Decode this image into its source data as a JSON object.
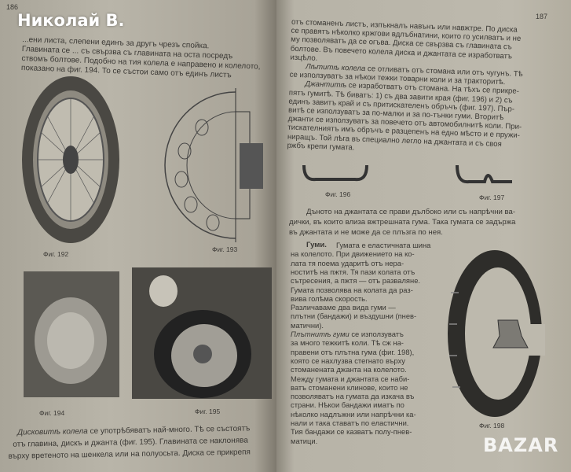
{
  "watermark": "Николай В.",
  "logo": "BAZAR",
  "left_page": {
    "page_number": "186",
    "top_lines": [
      "...ени листа, слепени единъ за другъ чрезъ спойка.",
      "Главината се ... съ свързва съ главината на оста посредъ",
      "ствомъ болтове. Подобно на тия колела е направено и колелото,",
      "показано на фиг. 194. То се състои само отъ единъ листъ"
    ],
    "captions": {
      "fig192": "Фиг. 192",
      "fig193": "Фиг. 193",
      "fig194": "Фиг. 194",
      "fig195": "Фиг. 195"
    },
    "bottom_lines": [
      {
        "italic": "Дисковитѣ колела",
        "text": " се употрѣбяватъ най-много. Тѣ се състоятъ"
      },
      {
        "italic": "",
        "text": "отъ главина, дискъ и джанта (фиг. 195). Главината се наклонява"
      },
      {
        "italic": "",
        "text": "върху вретеното на шенкела или на полуосьта. Диска се прикрепя"
      }
    ]
  },
  "right_page": {
    "page_number": "187",
    "top_lines": [
      {
        "italic": "",
        "text": "отъ стоманенъ листъ, изпъкналъ навънъ или навжтре. По диска"
      },
      {
        "italic": "",
        "text": "се правятъ нѣколко кржгови вдлъбнатини, които го усилватъ и не"
      },
      {
        "italic": "",
        "text": "му позволяватъ да се огъва. Диска се свързва съ главината съ"
      },
      {
        "italic": "",
        "text": "болтове. Въ повечето колела диска и джантата се изработватъ"
      },
      {
        "italic": "",
        "text": "изцѣло."
      },
      {
        "italic": "Лѣтитѣ колела",
        "text": " се отливатъ отъ стомана или отъ чугунъ. Тѣ"
      },
      {
        "italic": "",
        "text": "се използуватъ за нѣкои тежки товарни коли и за тракторитѣ."
      },
      {
        "italic": "Джантитѣ",
        "text": " се изработватъ отъ стомана. На тѣхъ се прикре-"
      },
      {
        "italic": "",
        "text": "пятъ гумитѣ. Тѣ биватъ: 1) съ два завити края (фиг. 196) и 2) съ"
      },
      {
        "italic": "",
        "text": "единъ завитъ край и съ притискателенъ обръчъ (фиг. 197). Пър-"
      },
      {
        "italic": "",
        "text": "витѣ се използуватъ за по-малки и за по-тънки гуми. Вторитѣ"
      },
      {
        "italic": "",
        "text": "джанти се използуватъ за повечето отъ автомобилнитѣ коли. При-"
      },
      {
        "italic": "",
        "text": "тискателниятъ имъ обръчъ е разцепенъ на едно мѣсто и е пружи-"
      },
      {
        "italic": "",
        "text": "ниращъ. Той лѣга въ специално легло на джантата и съ своя"
      },
      {
        "italic": "",
        "text": "ржбъ крепи гумата."
      }
    ],
    "captions": {
      "fig196": "Фиг. 196",
      "fig197": "Фиг. 197",
      "fig198": "Фиг. 198"
    },
    "mid_lines": [
      "Дъното на джантата се прави дълбоко или съ напрѣчни ва-",
      "дички, въ които влиза вжтрешната гума. Така гумата се задържа",
      "въ джантата и не може да се плъзга по нея."
    ],
    "column_heading": "Гуми.",
    "column_lines": [
      {
        "italic": "",
        "text": " Гумата е еластичната шина"
      },
      {
        "italic": "",
        "text": "на колелото. При движението на ко-"
      },
      {
        "italic": "",
        "text": "лата тя поема ударитѣ отъ нера-"
      },
      {
        "italic": "",
        "text": "ноститѣ на пжтя. Тя пази колата отъ"
      },
      {
        "italic": "",
        "text": "сътресения, а пжтя — отъ разваляне."
      },
      {
        "italic": "",
        "text": "Гумата позволява на колата да раз-"
      },
      {
        "italic": "",
        "text": "вива голѣма скорость."
      },
      {
        "italic": "",
        "text": "   Различаваме два вида гуми —"
      },
      {
        "italic": "",
        "text": "плътни (бандажи) и въздушни (пнев-"
      },
      {
        "italic": "",
        "text": "матични)."
      },
      {
        "italic": "   Плътнитѣ гуми",
        "text": " се използуватъ"
      },
      {
        "italic": "",
        "text": "за много тежкитѣ коли. Тѣ сж на-"
      },
      {
        "italic": "",
        "text": "правени отъ плътна гума (фиг. 198),"
      },
      {
        "italic": "",
        "text": "която се нахлузва стегнато върху"
      },
      {
        "italic": "",
        "text": "стоманената джанта на колелото."
      },
      {
        "italic": "",
        "text": "Между гумата и джантата се наби-"
      },
      {
        "italic": "",
        "text": "ватъ стоманени клинове, които не"
      },
      {
        "italic": "",
        "text": "позволяватъ на гумата да изкача въ"
      },
      {
        "italic": "",
        "text": "страни. Нѣкои бандажи иматъ по"
      },
      {
        "italic": "",
        "text": "нѣколко надлъжни или напрѣчни ка-"
      },
      {
        "italic": "",
        "text": "нали и така ставатъ по еластични."
      },
      {
        "italic": "",
        "text": "Тия бандажи се казватъ полу-пнев-"
      },
      {
        "italic": "",
        "text": "матици."
      }
    ]
  }
}
